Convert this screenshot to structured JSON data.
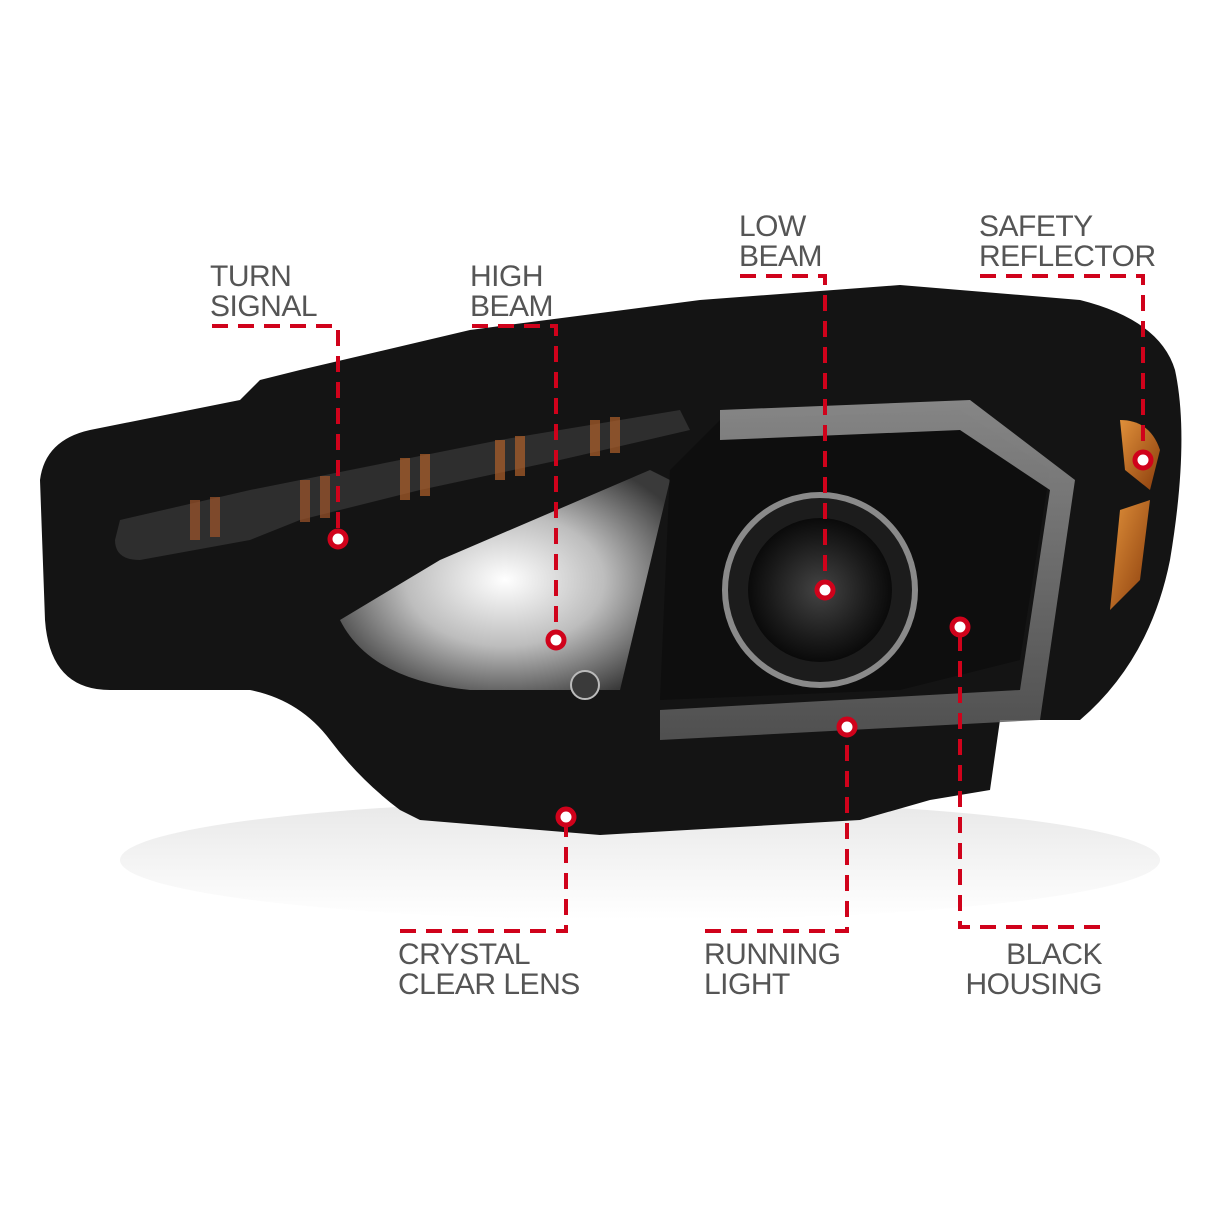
{
  "image": {
    "subject": "headlight-assembly",
    "description": "Black housing projector headlight with LED light bar, product feature callouts"
  },
  "colors": {
    "callout_red": "#d0021b",
    "label_gray": "#555555",
    "background": "#ffffff",
    "housing": "#111111",
    "amber": "#c8641a"
  },
  "callouts": [
    {
      "id": "turn-signal",
      "line1": "TURN",
      "line2": "SIGNAL",
      "dot": [
        338,
        539
      ]
    },
    {
      "id": "high-beam",
      "line1": "HIGH",
      "line2": "BEAM",
      "dot": [
        556,
        640
      ]
    },
    {
      "id": "low-beam",
      "line1": "LOW",
      "line2": "BEAM",
      "dot": [
        825,
        590
      ]
    },
    {
      "id": "safety-reflector",
      "line1": "SAFETY",
      "line2": "REFLECTOR",
      "dot": [
        1143,
        460
      ]
    },
    {
      "id": "crystal-clear-lens",
      "line1": "CRYSTAL",
      "line2": "CLEAR LENS",
      "dot": [
        566,
        817
      ]
    },
    {
      "id": "running-light",
      "line1": "RUNNING",
      "line2": "LIGHT",
      "dot": [
        847,
        727
      ]
    },
    {
      "id": "black-housing",
      "line1": "BLACK",
      "line2": "HOUSING",
      "dot": [
        960,
        627
      ]
    }
  ]
}
